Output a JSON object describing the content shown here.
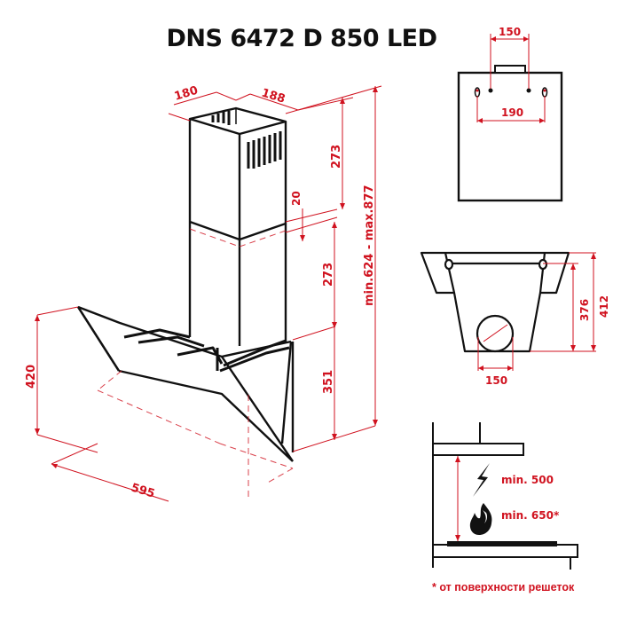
{
  "title": "DNS 6472 D 850 LED",
  "colors": {
    "dimension": "#d0121f",
    "outline": "#111111",
    "background": "#ffffff"
  },
  "main_view": {
    "chimney_width": "180",
    "chimney_depth": "188",
    "upper_chimney_height": "273",
    "chimney_overlap": "20",
    "lower_chimney_height": "273",
    "hood_body_height": "351",
    "total_height_range": "min.624 - max.877",
    "glass_panel_height": "420",
    "hood_width": "595"
  },
  "mount_view": {
    "top_bracket_spacing": "150",
    "keyhole_spacing": "190"
  },
  "top_view": {
    "duct_diameter": "150",
    "inner_depth": "376",
    "outer_depth": "412"
  },
  "install_view": {
    "min_electric": "min. 500",
    "min_gas": "min. 650*",
    "icons": [
      "lightning-icon",
      "flame-icon"
    ]
  },
  "footnote": "* от поверхности решеток"
}
